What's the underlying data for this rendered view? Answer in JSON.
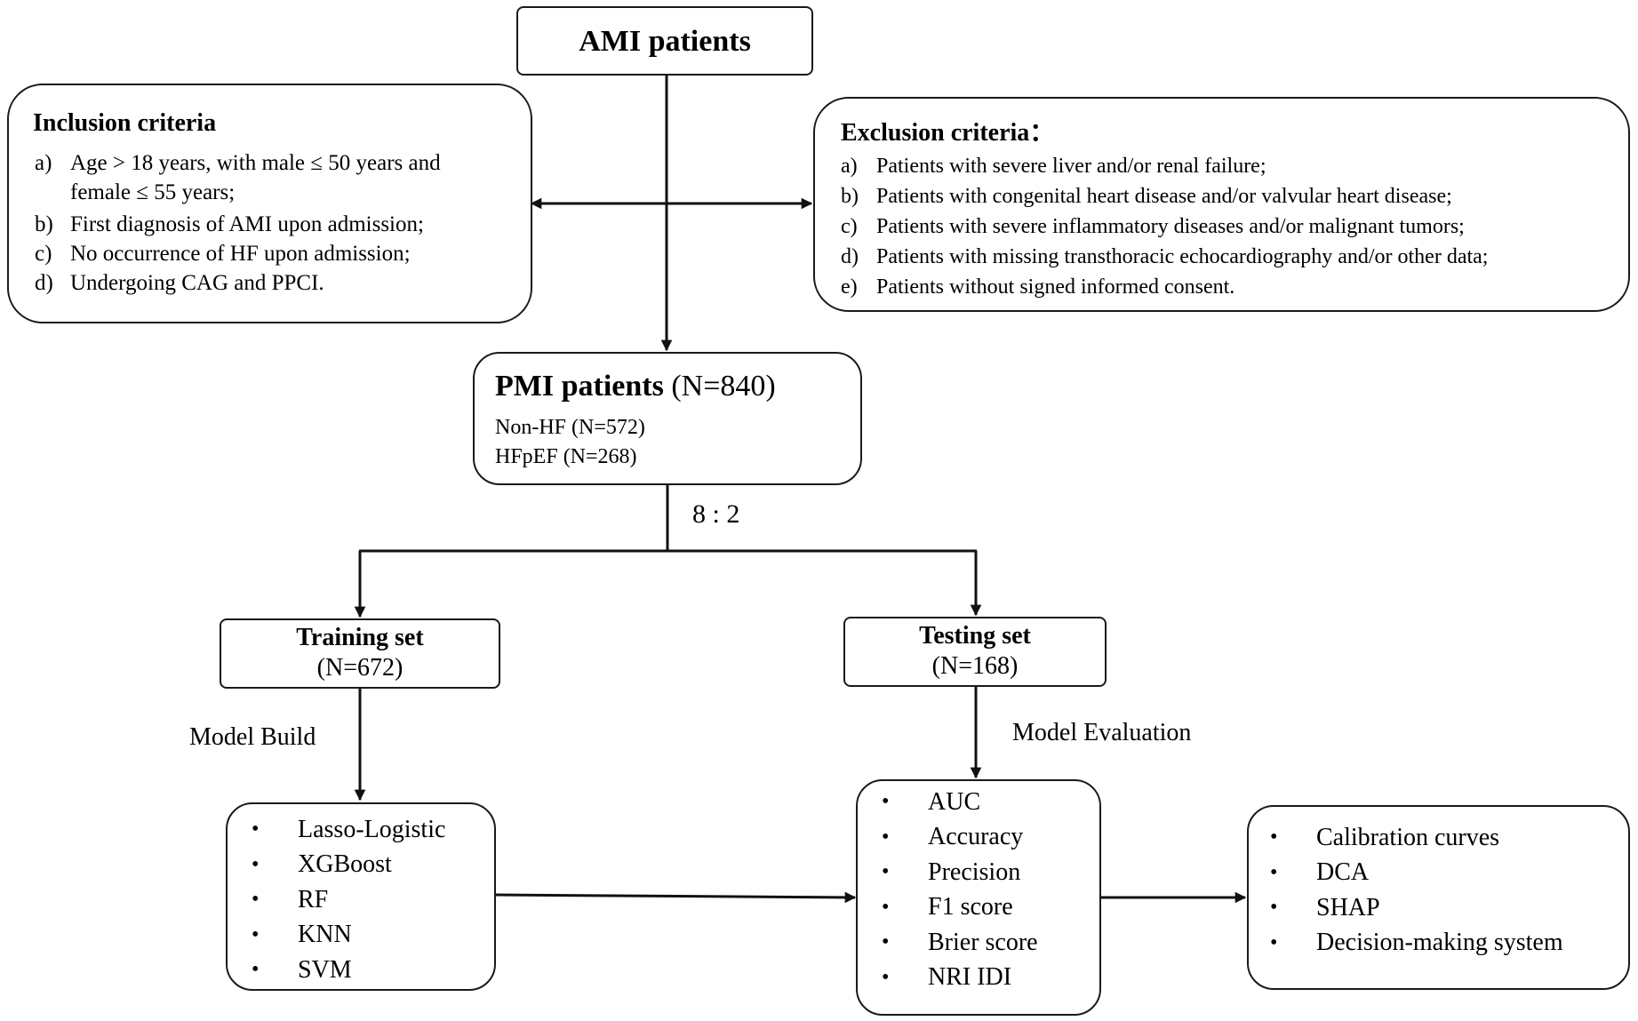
{
  "nodes": {
    "ami": {
      "title": "AMI patients"
    },
    "inclusion": {
      "title": "Inclusion criteria",
      "items": [
        {
          "letter": "a)",
          "line1": "Age > 18 years, with male ≤ 50 years and",
          "line2": "female ≤ 55 years;"
        },
        {
          "letter": "b)",
          "line1": "First diagnosis of AMI upon admission;"
        },
        {
          "letter": "c)",
          "line1": "No occurrence of HF upon admission;"
        },
        {
          "letter": "d)",
          "line1": "Undergoing CAG and PPCI."
        }
      ]
    },
    "exclusion": {
      "title": "Exclusion criteria：",
      "items": [
        {
          "letter": "a)",
          "text": "Patients with severe liver and/or renal failure;"
        },
        {
          "letter": "b)",
          "text": "Patients with congenital heart disease and/or valvular heart disease;"
        },
        {
          "letter": "c)",
          "text": "Patients with severe inflammatory diseases and/or malignant tumors;"
        },
        {
          "letter": "d)",
          "text": "Patients with missing transthoracic echocardiography and/or other data;"
        },
        {
          "letter": "e)",
          "text": "Patients without signed informed consent."
        }
      ]
    },
    "pmi": {
      "title": "PMI patients",
      "count": "(N=840)",
      "line1": "Non-HF (N=572)",
      "line2": "HFpEF (N=268)"
    },
    "split": {
      "ratio": "8 : 2"
    },
    "training": {
      "title": "Training set",
      "count": "(N=672)"
    },
    "testing": {
      "title": "Testing set",
      "count": "(N=168)"
    },
    "models": {
      "items": [
        "Lasso-Logistic",
        "XGBoost",
        "RF",
        "KNN",
        "SVM"
      ]
    },
    "metrics": {
      "items": [
        "AUC",
        "Accuracy",
        "Precision",
        "F1 score",
        "Brier score",
        "NRI IDI"
      ]
    },
    "further": {
      "items": [
        "Calibration curves",
        "DCA",
        "SHAP",
        "Decision-making system"
      ]
    }
  },
  "edge_labels": {
    "model_build": "Model Build",
    "model_evaluation": "Model Evaluation"
  },
  "bullet_char": "•"
}
